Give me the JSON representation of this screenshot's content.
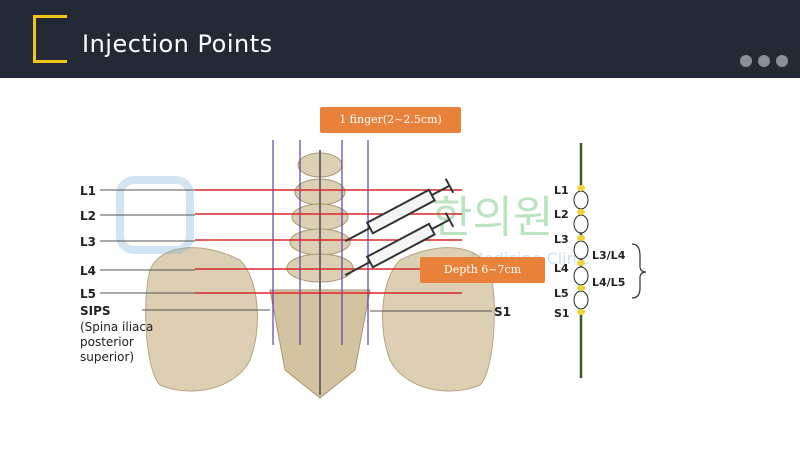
{
  "slide": {
    "title": "Injection Points"
  },
  "callouts": {
    "finger": "1 finger(2~2.5cm)",
    "depth": "Depth 6~7cm"
  },
  "left_labels": [
    "L1",
    "L2",
    "L3",
    "L4",
    "L5",
    "SIPS"
  ],
  "sips_note": [
    "(Spina iliaca",
    "posterior",
    "superior)"
  ],
  "s1_label": "S1",
  "spine": {
    "labels": [
      "L1",
      "L2",
      "L3",
      "L4",
      "L5",
      "S1"
    ],
    "pairs": [
      "L3/L4",
      "L4/L5"
    ]
  },
  "watermark": {
    "hangul": "한의원",
    "english": "Medicine Clinic"
  },
  "colors": {
    "header": "#232a36",
    "accent": "#f0c419",
    "callout": "#e8823a",
    "red_line": "#d9262c",
    "purple_line": "#5b3fa8"
  }
}
